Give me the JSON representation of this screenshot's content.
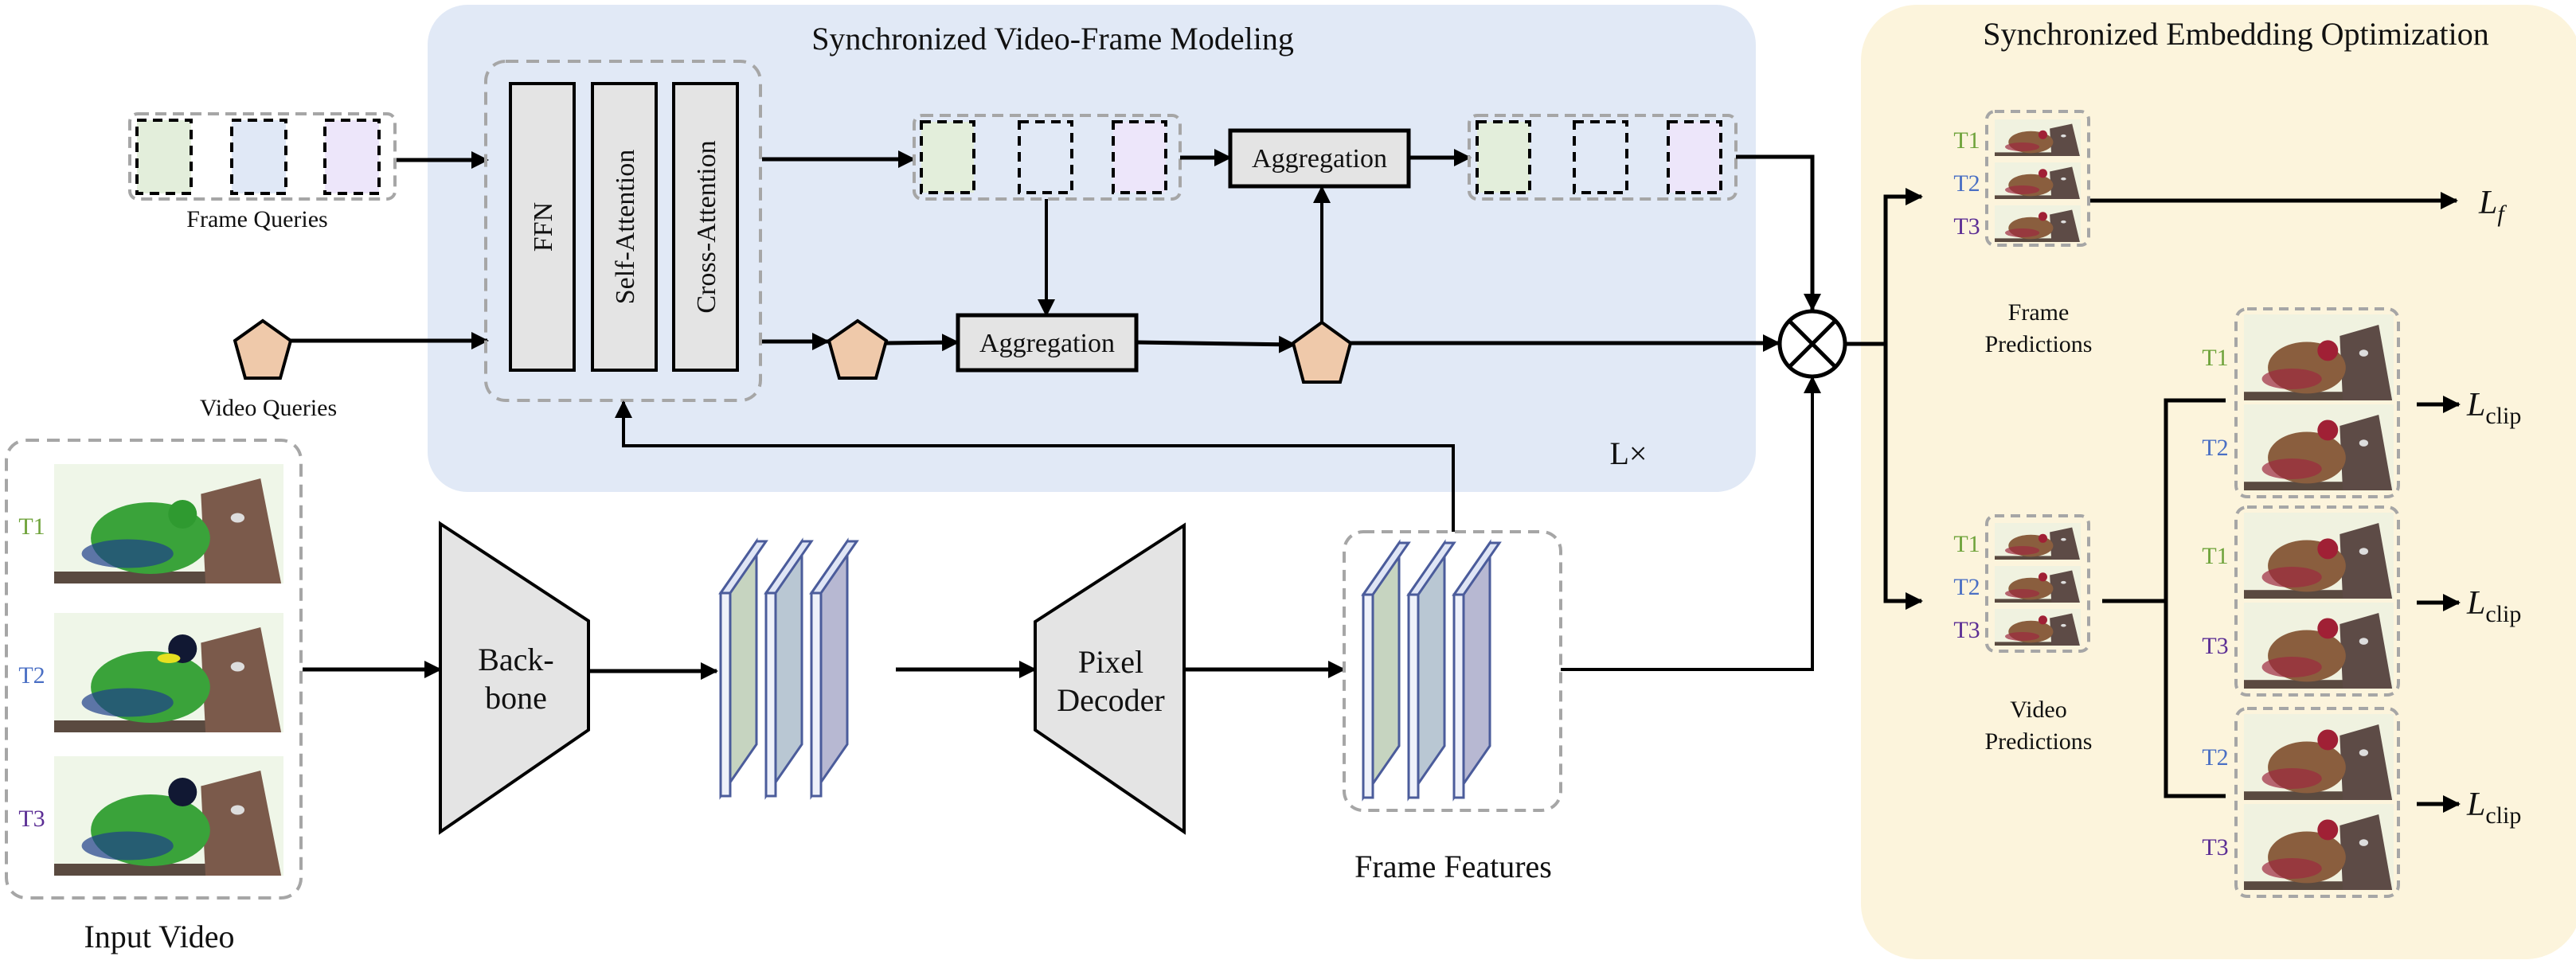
{
  "panels": {
    "modeling_title": "Synchronized Video-Frame Modeling",
    "optimization_title": "Synchronized Embedding Optimization",
    "repeat_label": "L×"
  },
  "colors": {
    "modeling_bg": "#e1e9f6",
    "optimization_bg": "#fcf4dc",
    "query_green": "#e3eedb",
    "query_blue": "#e0e8f6",
    "query_purple": "#ede6fa",
    "pentagon": "#efc9aa",
    "block_gray": "#e4e4e4",
    "t1": "#6fa33b",
    "t2": "#4a6fc4",
    "t3": "#5b2d94"
  },
  "inputs": {
    "frame_queries_label": "Frame Queries",
    "video_queries_label": "Video Queries",
    "input_video_label": "Input Video",
    "time_labels": [
      "T1",
      "T2",
      "T3"
    ]
  },
  "decoder_layers": [
    "FFN",
    "Self-Attention",
    "Cross-Attention"
  ],
  "aggregation_label": "Aggregation",
  "encoder": {
    "backbone_label": [
      "Back-",
      "bone"
    ],
    "pixel_decoder_label": [
      "Pixel",
      "Decoder"
    ],
    "frame_features_label": "Frame Features"
  },
  "outputs": {
    "frame_predictions_label": [
      "Frame",
      "Predictions"
    ],
    "video_predictions_label": [
      "Video",
      "Predictions"
    ],
    "frame_loss": "L",
    "frame_loss_sub": "f",
    "clip_loss": "L",
    "clip_loss_sub": "clip",
    "clip_pairs": [
      [
        "T1",
        "T2"
      ],
      [
        "T1",
        "T3"
      ],
      [
        "T2",
        "T3"
      ]
    ]
  }
}
